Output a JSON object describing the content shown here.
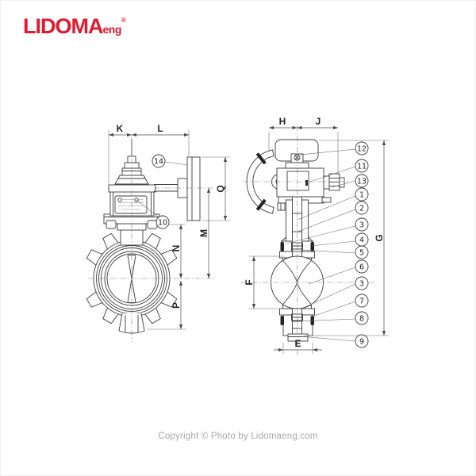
{
  "logo": {
    "name": "LIDOMA",
    "sub": "eng",
    "reg": "®"
  },
  "footer": {
    "copyright": "Copyright © Photo by Lidomaeng.com"
  },
  "front_view": {
    "dims": {
      "K": "K",
      "L": "L",
      "Q": "Q",
      "M": "M",
      "N": "N",
      "P": "P"
    },
    "callouts": {
      "c14": "14",
      "c10": "10"
    }
  },
  "section_view": {
    "dims": {
      "H": "H",
      "J": "J",
      "G": "G",
      "F": "F",
      "E": "E"
    },
    "callouts": [
      "12",
      "11",
      "13",
      "1",
      "2",
      "3",
      "4",
      "5",
      "6",
      "3",
      "7",
      "8",
      "9"
    ]
  },
  "colors": {
    "accent": "#e1182f",
    "line": "#3c3c3c",
    "muted": "#a9a9a9"
  }
}
